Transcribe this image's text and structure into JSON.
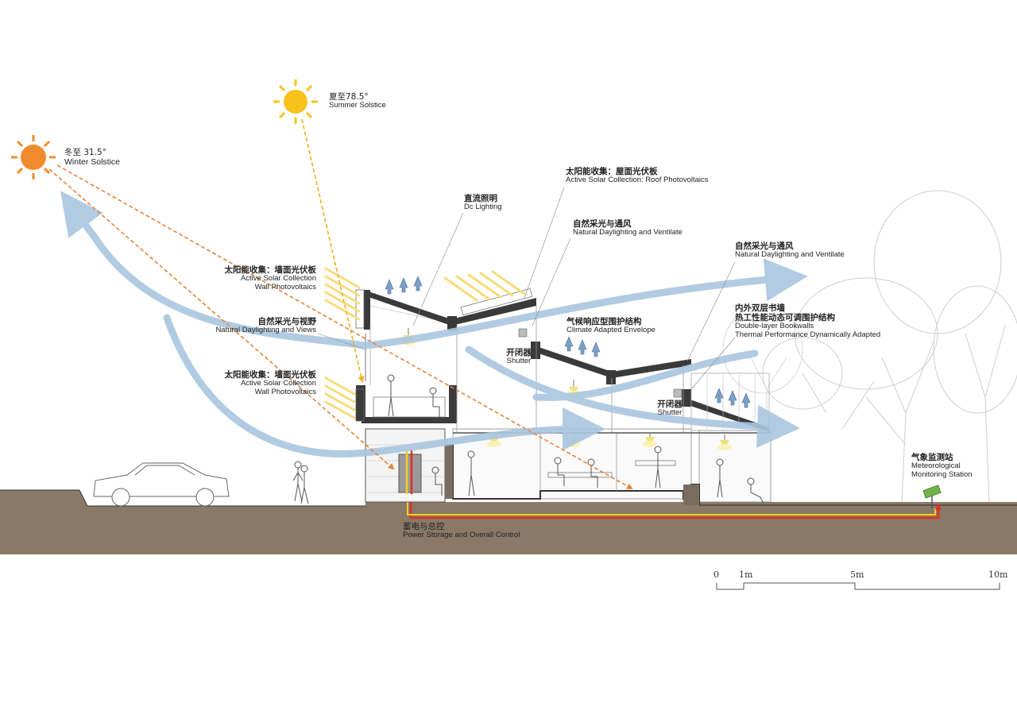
{
  "sun_summer": {
    "zh": "夏至78.5°",
    "en": "Summer Solstice"
  },
  "sun_winter": {
    "zh": "冬至 31.5°",
    "en": "Winter Solstice"
  },
  "labels": {
    "dc_lighting": {
      "zh": "直流照明",
      "en": "Dc Lighting"
    },
    "roof_pv": {
      "zh": "太阳能收集：屋面光伏板",
      "en": "Active Solar Collection: Roof Photovoltaics"
    },
    "daylight_vent_1": {
      "zh": "自然采光与通风",
      "en": "Natural Daylighting and Ventilate"
    },
    "daylight_vent_2": {
      "zh": "自然采光与通风",
      "en": "Natural Daylighting and Ventilate"
    },
    "wall_pv_1": {
      "zh": "太阳能收集：墙面光伏板",
      "en1": "Active Solar Collection",
      "en2": "Wall Photovoltaics"
    },
    "wall_pv_2": {
      "zh": "太阳能收集：墙面光伏板",
      "en1": "Active Solar Collection",
      "en2": "Wall Photovoltaics"
    },
    "daylight_views": {
      "zh": "自然采光与视野",
      "en": "Natural Daylighting and Views"
    },
    "climate_envelope": {
      "zh": "气候响应型围护结构",
      "en": "Climate Adapted Envelope"
    },
    "shutter_1": {
      "zh": "开闭器",
      "en": "Shutter"
    },
    "shutter_2": {
      "zh": "开闭器",
      "en": "Shutter"
    },
    "bookwalls": {
      "zh1": "内外双层书墙",
      "zh2": "热工性能动态可调围护结构",
      "en1": "Double-layer Bookwalls",
      "en2": "Thermal Performance Dynamically Adapted"
    },
    "weather_station": {
      "zh": "气象监测站",
      "en1": "Meteorological",
      "en2": "Monitoring Station"
    },
    "power_storage": {
      "zh": "蓄电与总控",
      "en": "Power Storage and Overall Control"
    }
  },
  "scale_bar": {
    "ticks": [
      "0",
      "1m",
      "5m",
      "10m"
    ]
  },
  "colors": {
    "ground": "#8a7967",
    "airflow": "#a9c6df",
    "sun_winter": "#f08c2e",
    "sun_summer": "#f7c21a",
    "summer_ray": "#f0b020",
    "winter_ray": "#e8843a",
    "solar_rays": "#f7dc7a",
    "structure": "#3a3a3a",
    "power_line_red": "#e0301e",
    "power_line_yellow": "#f5d020"
  }
}
